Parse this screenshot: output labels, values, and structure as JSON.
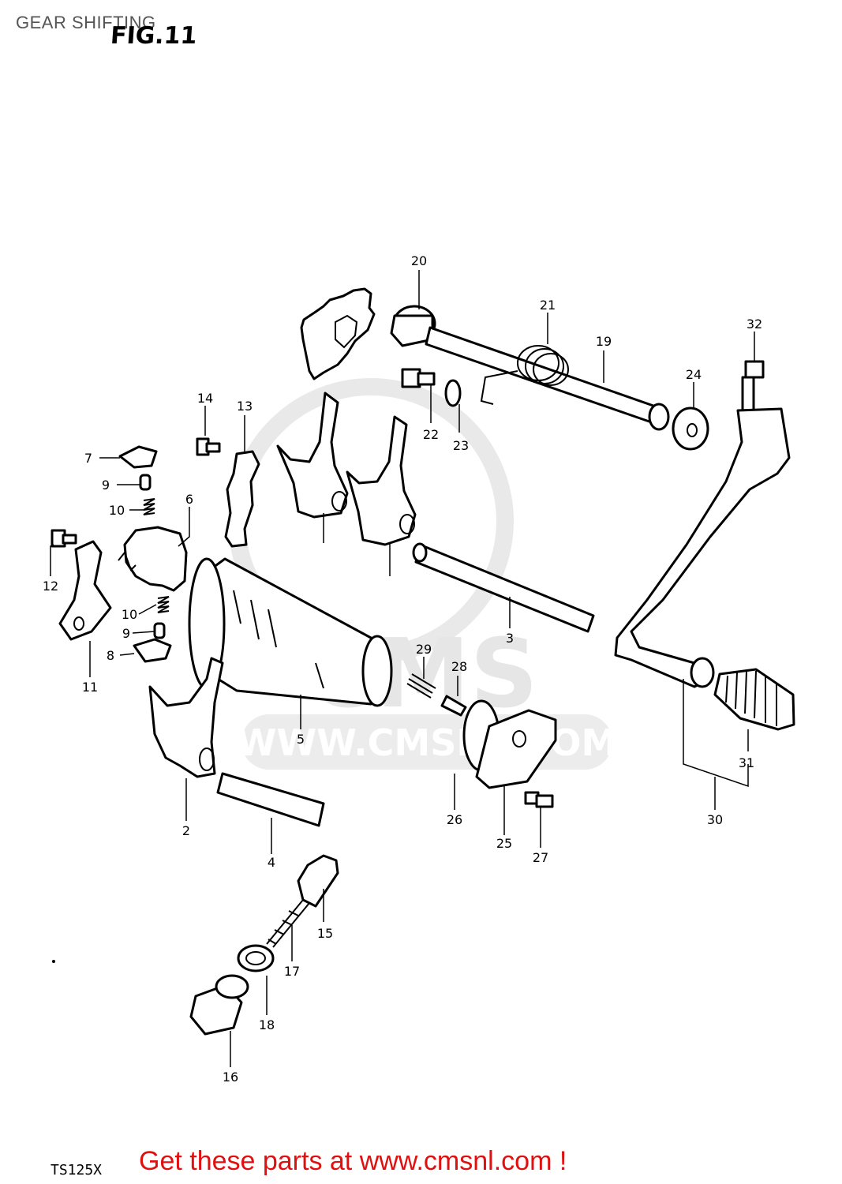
{
  "header": {
    "title": "GEAR SHIFTING"
  },
  "figure": {
    "title": "FIG.11",
    "model_code": "TS125X"
  },
  "watermark": {
    "brand": "CMS",
    "url": "WWW.CMSNL.COM"
  },
  "banner": {
    "text": "Get these parts at www.cmsnl.com !",
    "color": "#e01010"
  },
  "callouts": [
    {
      "id": "20",
      "label": "20"
    },
    {
      "id": "21",
      "label": "21"
    },
    {
      "id": "19",
      "label": "19"
    },
    {
      "id": "32",
      "label": "32"
    },
    {
      "id": "24",
      "label": "24"
    },
    {
      "id": "22",
      "label": "22"
    },
    {
      "id": "23",
      "label": "23"
    },
    {
      "id": "14",
      "label": "14"
    },
    {
      "id": "13",
      "label": "13"
    },
    {
      "id": "7",
      "label": "7"
    },
    {
      "id": "9a",
      "label": "9"
    },
    {
      "id": "10a",
      "label": "10"
    },
    {
      "id": "6",
      "label": "6"
    },
    {
      "id": "12",
      "label": "12"
    },
    {
      "id": "10b",
      "label": "10"
    },
    {
      "id": "9b",
      "label": "9"
    },
    {
      "id": "8",
      "label": "8"
    },
    {
      "id": "11",
      "label": "11"
    },
    {
      "id": "3",
      "label": "3"
    },
    {
      "id": "29",
      "label": "29"
    },
    {
      "id": "28",
      "label": "28"
    },
    {
      "id": "5",
      "label": "5"
    },
    {
      "id": "2",
      "label": "2"
    },
    {
      "id": "4",
      "label": "4"
    },
    {
      "id": "26",
      "label": "26"
    },
    {
      "id": "25",
      "label": "25"
    },
    {
      "id": "27",
      "label": "27"
    },
    {
      "id": "31",
      "label": "31"
    },
    {
      "id": "30",
      "label": "30"
    },
    {
      "id": "15",
      "label": "15"
    },
    {
      "id": "17",
      "label": "17"
    },
    {
      "id": "18",
      "label": "18"
    },
    {
      "id": "16",
      "label": "16"
    }
  ]
}
